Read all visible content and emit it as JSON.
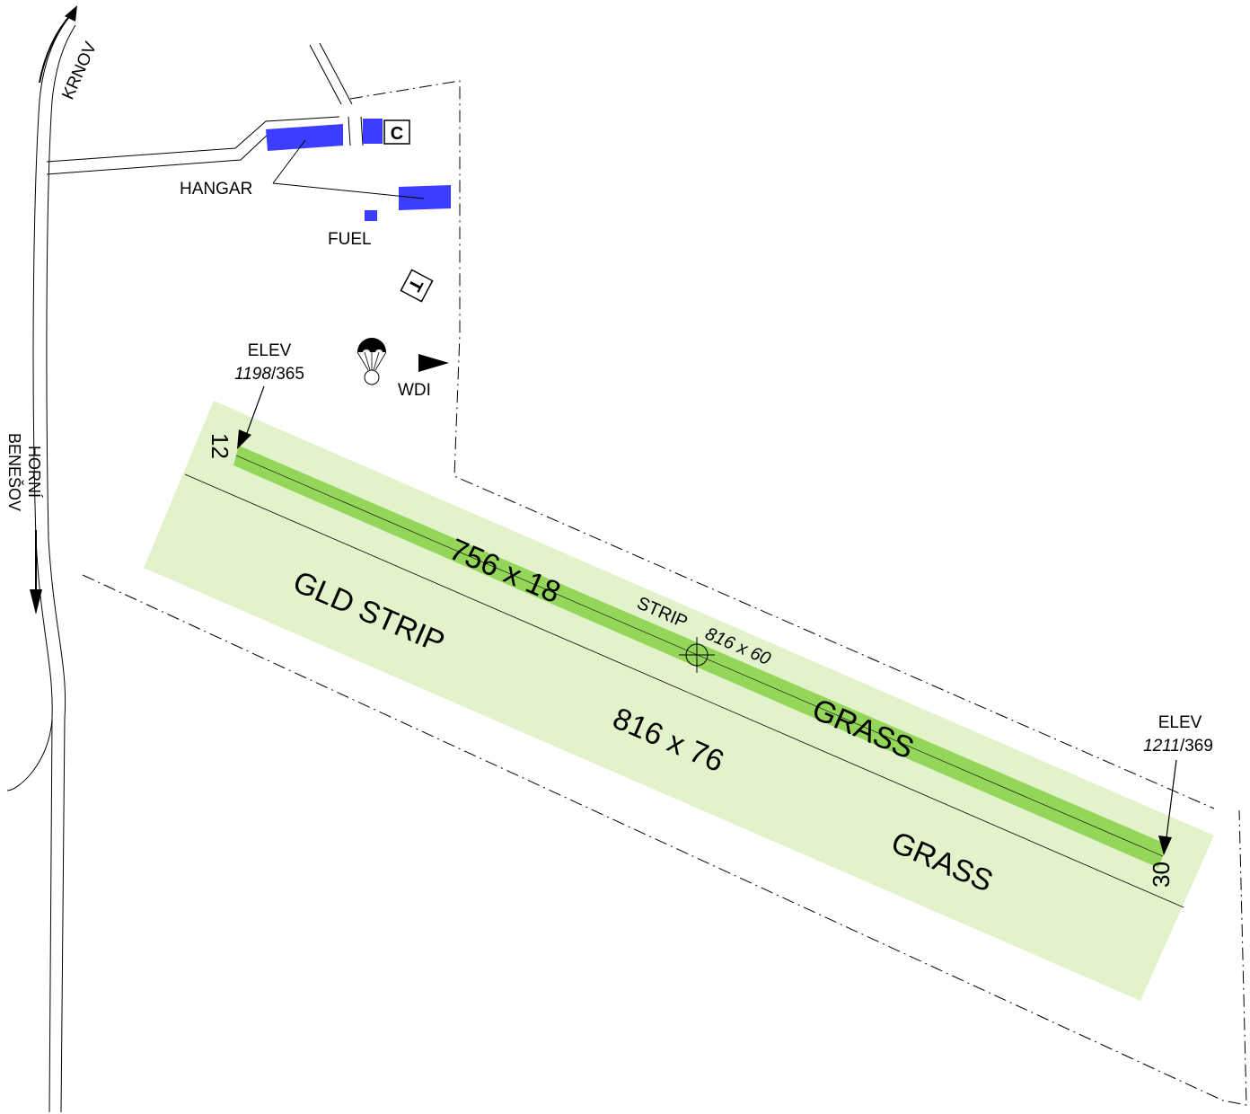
{
  "roads": {
    "krnov": "KRNOV",
    "horni": "HORNÍ",
    "benesov": "BENEŠOV"
  },
  "facilities": {
    "customs": "C",
    "hangar": "HANGAR",
    "fuel": "FUEL",
    "landing_t": "T",
    "wind_indicator": "WDI"
  },
  "threshold_12": {
    "designator": "12",
    "elev_label": "ELEV",
    "elev_ft": "1198",
    "elev_m": "/365"
  },
  "threshold_30": {
    "designator": "30",
    "elev_label": "ELEV",
    "elev_ft": "1211",
    "elev_m": "/369"
  },
  "runway": {
    "dimensions": "756 x 18",
    "surface": "GRASS",
    "strip_label": "STRIP",
    "strip_dimensions": "816 x 60"
  },
  "glider_strip": {
    "name": "GLD STRIP",
    "dimensions": "816 x 76",
    "surface": "GRASS"
  },
  "colors": {
    "strip_fill": "#e2f3cb",
    "runway_fill": "#93d65a",
    "building_fill": "#3d3dff"
  }
}
